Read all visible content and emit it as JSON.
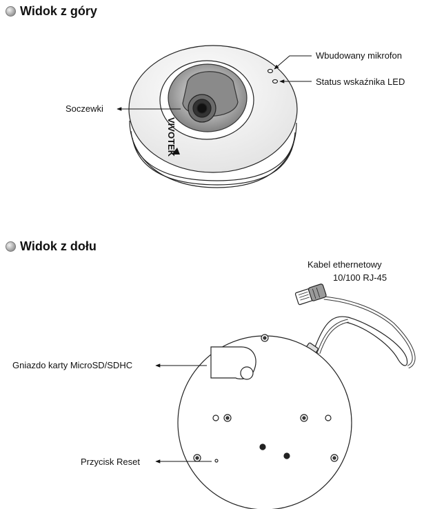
{
  "top_view": {
    "heading": "Widok z góry",
    "labels": {
      "lens": "Soczewki",
      "microphone": "Wbudowany mikrofon",
      "led": "Status wskaźnika LED"
    },
    "brand": "VIVOTEK"
  },
  "bottom_view": {
    "heading": "Widok z dołu",
    "labels": {
      "ethernet_line1": "Kabel ethernetowy",
      "ethernet_line2": "10/100 RJ-45",
      "sd_slot": "Gniazdo karty MicroSD/SDHC",
      "reset": "Przycisk Reset"
    }
  }
}
